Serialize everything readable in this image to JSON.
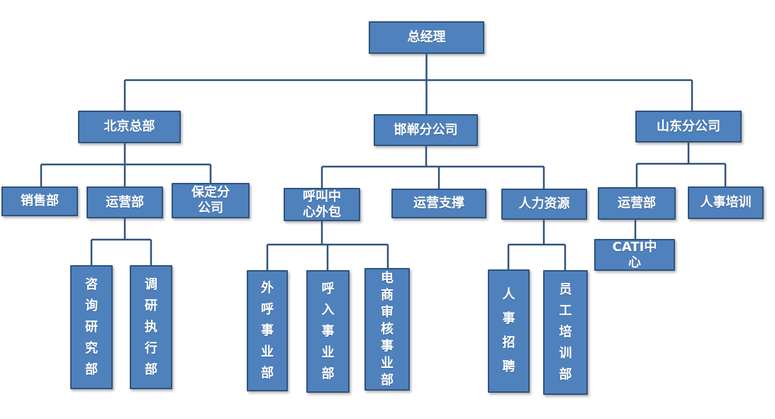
{
  "colors": {
    "node_fill": "#4f81bd",
    "node_border": "#2f537e",
    "connector": "#2f537e",
    "node_text": "#ffffff",
    "background": "#ffffff"
  },
  "org": {
    "type": "organizational-chart",
    "root": {
      "label": "总经理",
      "children": [
        {
          "label": "北京总部",
          "children": [
            {
              "label": "销售部"
            },
            {
              "label": "运营部",
              "children": [
                {
                  "label": "咨询研究部"
                },
                {
                  "label": "调研执行部"
                }
              ]
            },
            {
              "label": "保定分\n公司"
            }
          ]
        },
        {
          "label": "邯郸分公司",
          "children": [
            {
              "label": "呼叫中\n心外包",
              "children": [
                {
                  "label": "外呼事业部"
                },
                {
                  "label": "呼入事业部"
                },
                {
                  "label": "电商审核事业部"
                }
              ]
            },
            {
              "label": "运营支撑"
            },
            {
              "label": "人力资源",
              "children": [
                {
                  "label": "人事招聘"
                },
                {
                  "label": "员工培训部"
                }
              ]
            }
          ]
        },
        {
          "label": "山东分公司",
          "children": [
            {
              "label": "运营部",
              "children": [
                {
                  "label": "CATI中\n心"
                }
              ]
            },
            {
              "label": "人事培训"
            }
          ]
        }
      ]
    }
  }
}
